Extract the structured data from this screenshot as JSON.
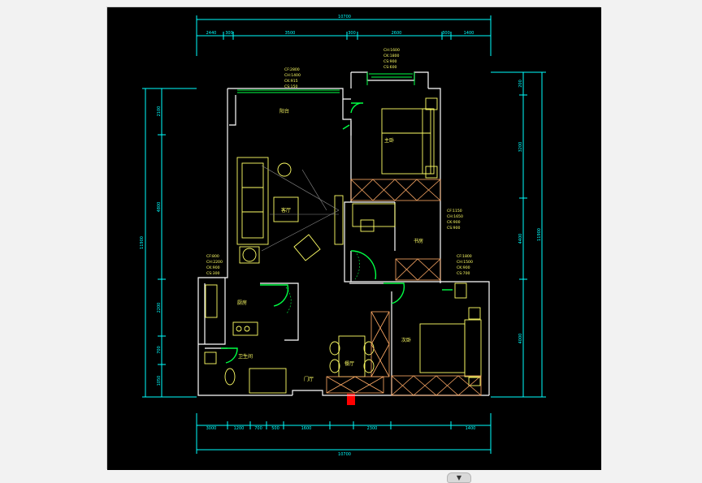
{
  "colors": {
    "background": "#000000",
    "wall": "#ffffff",
    "furniture": "#ffff66",
    "dimension": "#00ffff",
    "door": "#00ff44",
    "wardrobe": "#ffaa66",
    "marker": "#ff0000"
  },
  "dimensions": {
    "top_total": "10700",
    "bottom_total": "10700",
    "left_total": "11900",
    "right_total": "11900",
    "top_segments": [
      "2440",
      "300",
      "3500",
      "300",
      "2600",
      "300",
      "1400"
    ],
    "bottom_segments": [
      "3000",
      "1200",
      "700",
      "500",
      "1600",
      "2300",
      "1400"
    ],
    "left_segments": [
      "2100",
      "4800",
      "2200",
      "700",
      "1050"
    ],
    "right_segments": [
      "200",
      "3200",
      "4400",
      "4000"
    ]
  },
  "rooms": {
    "balcony": "阳台",
    "living_room": "客厅",
    "master_bedroom": "主卧",
    "study": "书房",
    "kitchen": "厨房",
    "second_bedroom": "次卧",
    "bathroom": "卫生间",
    "dining_room": "餐厅",
    "entrance": "门厅"
  },
  "annotations": {
    "balcony": [
      "CF:2800",
      "CH:1400",
      "CK:915",
      "CS:150"
    ],
    "master_bedroom": [
      "CH:1600",
      "CK:1800",
      "CS:900",
      "CS:600"
    ],
    "study": [
      "CF:1150",
      "CH:1650",
      "CK:900",
      "CS:900"
    ],
    "kitchen": [
      "CF:800",
      "CH:2200",
      "CK:900",
      "CS:300"
    ],
    "second_bedroom": [
      "CF:1800",
      "CH:1500",
      "CK:900",
      "CS:700"
    ]
  },
  "scroll_icon": "chevron-down-icon"
}
